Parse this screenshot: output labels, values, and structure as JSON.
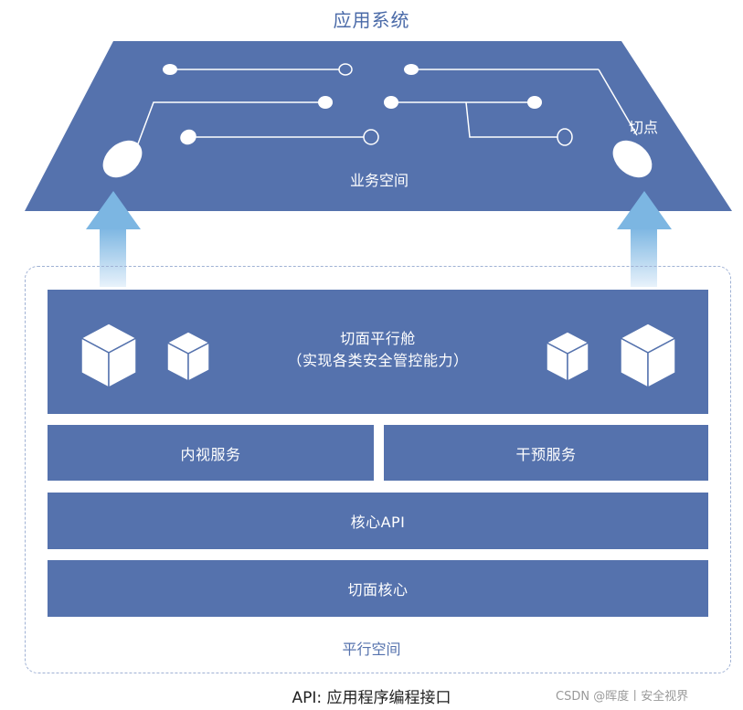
{
  "title": "应用系统",
  "business_space": {
    "label": "业务空间",
    "cut_point_label": "切点"
  },
  "cabin": {
    "line1": "切面平行舱",
    "line2": "（实现各类安全管控能力）"
  },
  "services": {
    "left": "内视服务",
    "right": "干预服务"
  },
  "core_api": "核心API",
  "core": "切面核心",
  "parallel_space": "平行空间",
  "footer": "API: 应用程序编程接口",
  "watermark": "CSDN @晖度丨安全视界",
  "colors": {
    "primary_blue": "#5572ad",
    "title_blue": "#4a6aa8",
    "arrow_light": "#e8f2fb",
    "arrow_dark": "#7cb6e2"
  },
  "icons": [
    "cube-icon",
    "cube-icon",
    "cube-icon",
    "cube-icon"
  ]
}
